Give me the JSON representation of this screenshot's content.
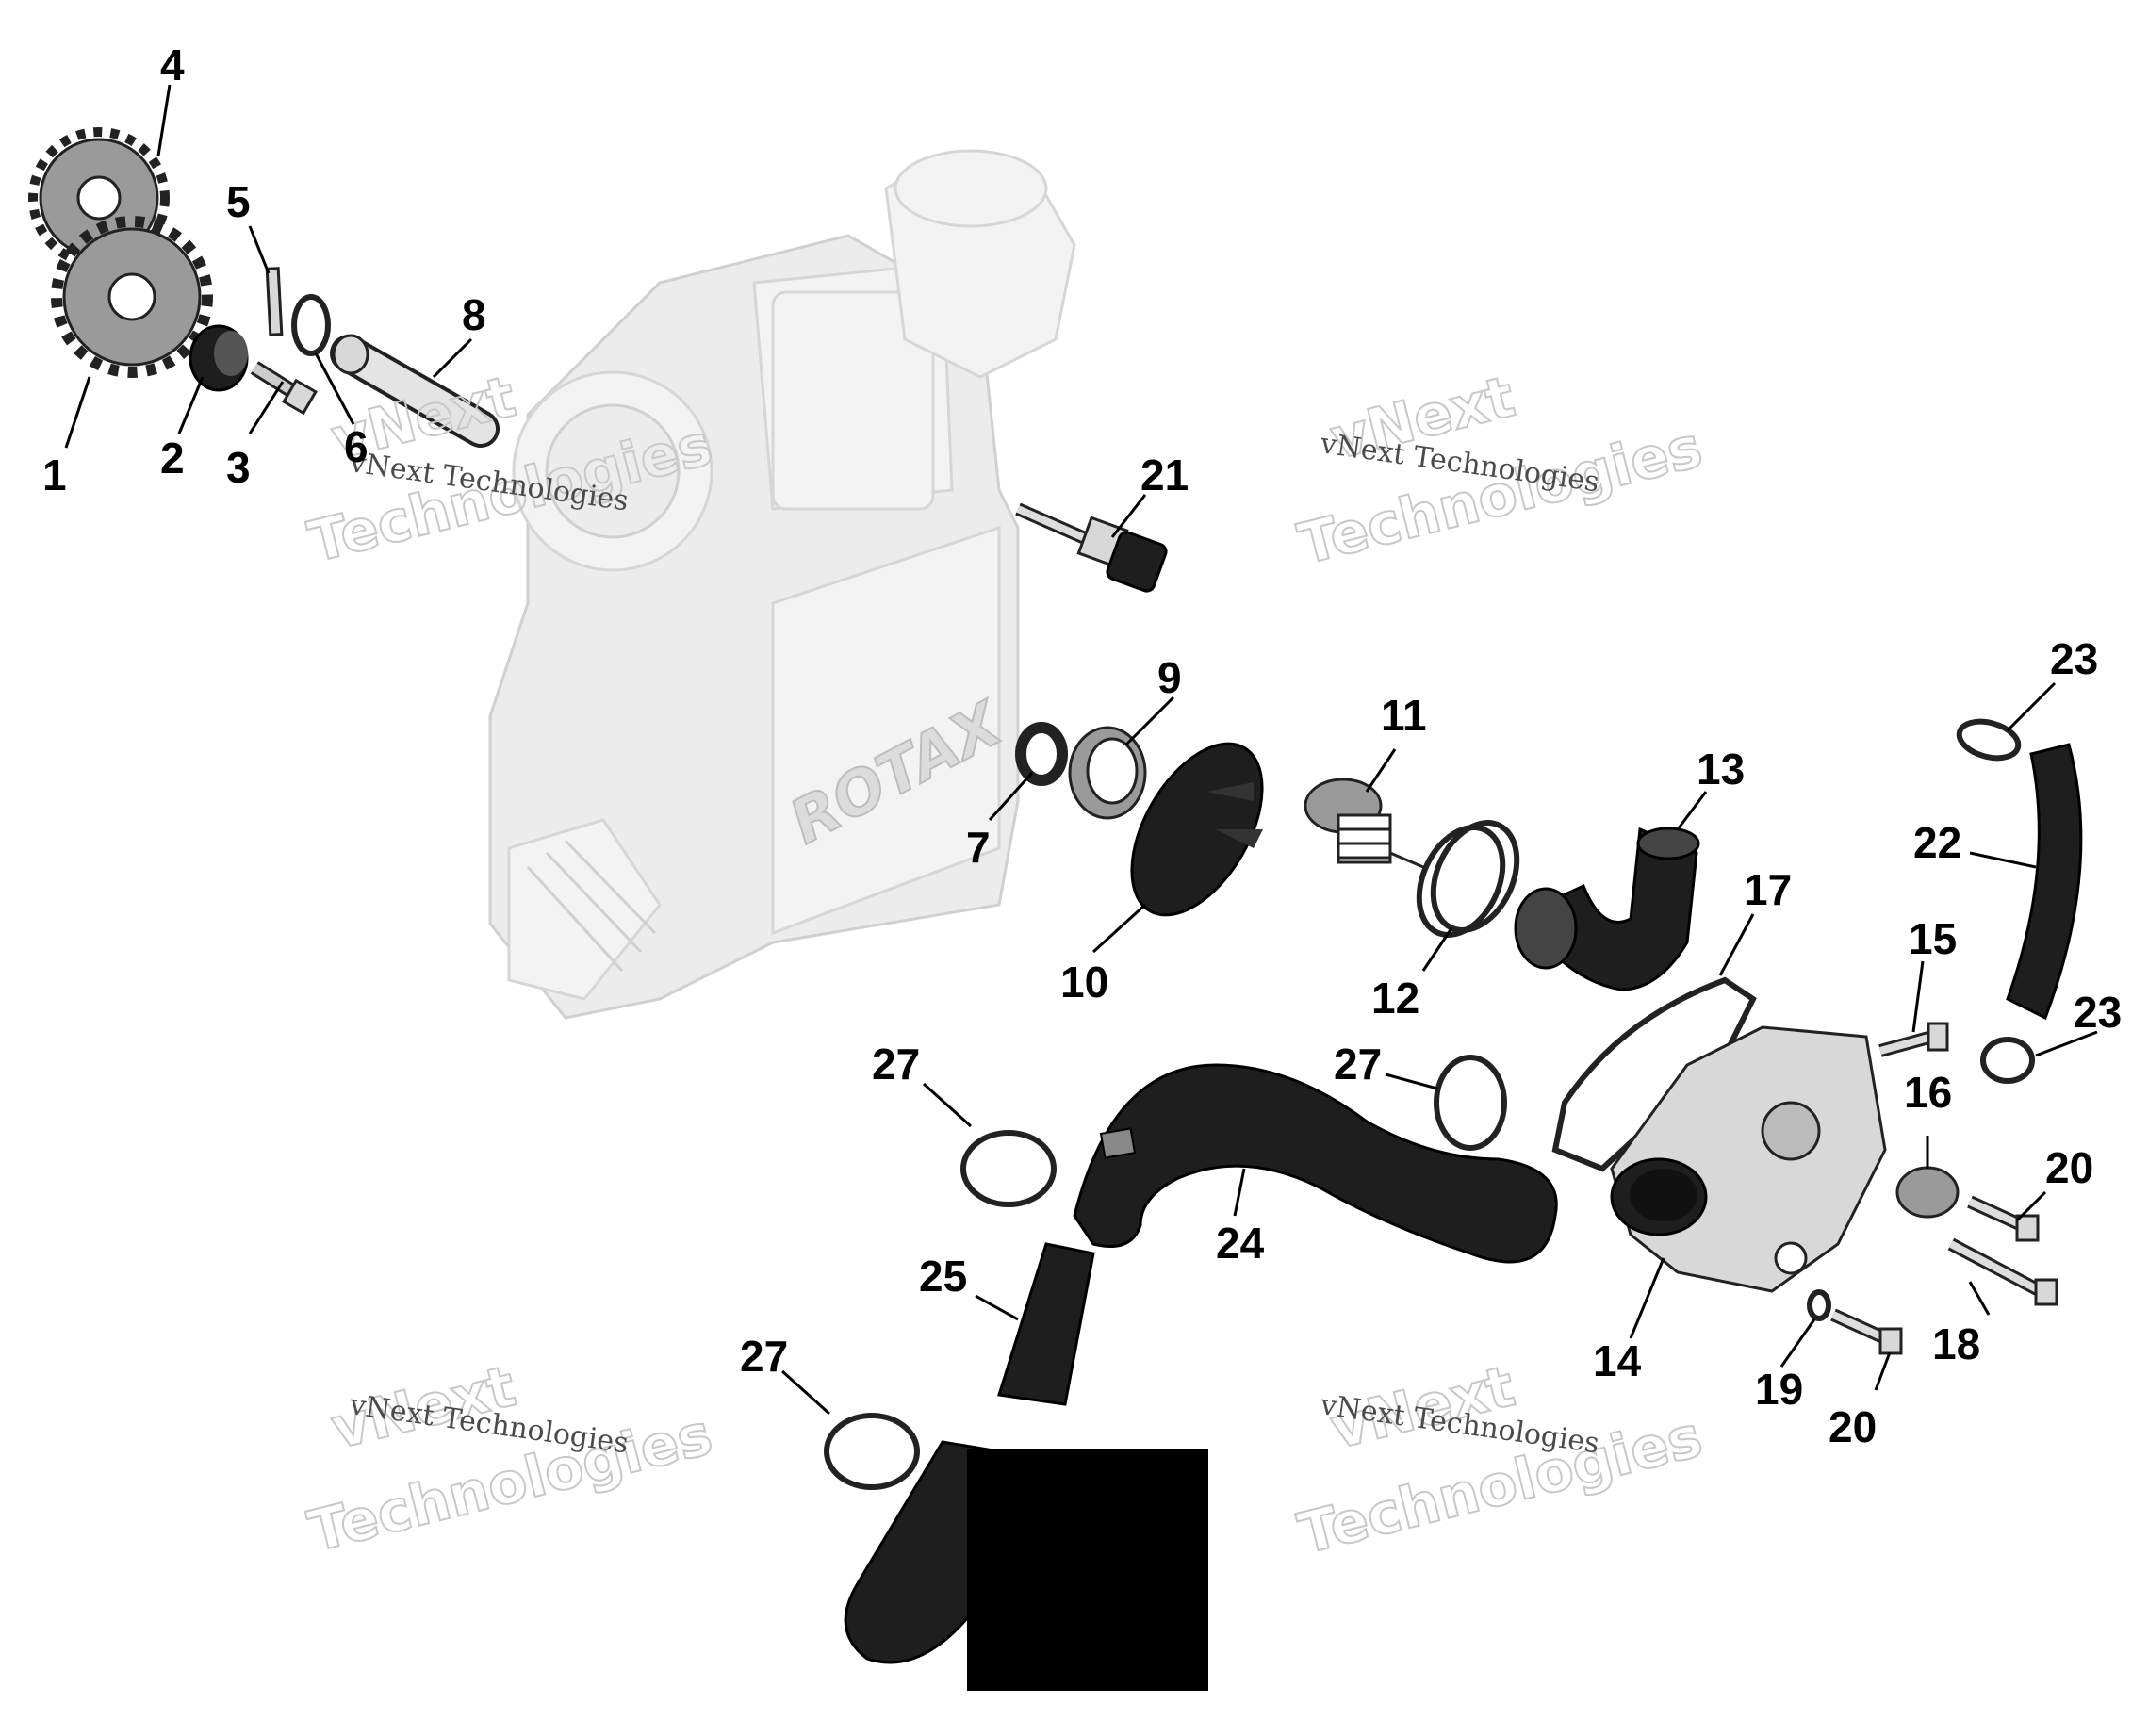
{
  "diagram": {
    "callouts": [
      {
        "id": "c1",
        "label": "1"
      },
      {
        "id": "c2",
        "label": "2"
      },
      {
        "id": "c3",
        "label": "3"
      },
      {
        "id": "c4",
        "label": "4"
      },
      {
        "id": "c5",
        "label": "5"
      },
      {
        "id": "c6",
        "label": "6"
      },
      {
        "id": "c7",
        "label": "7"
      },
      {
        "id": "c8",
        "label": "8"
      },
      {
        "id": "c9",
        "label": "9"
      },
      {
        "id": "c10",
        "label": "10"
      },
      {
        "id": "c11",
        "label": "11"
      },
      {
        "id": "c12",
        "label": "12"
      },
      {
        "id": "c13",
        "label": "13"
      },
      {
        "id": "c14",
        "label": "14"
      },
      {
        "id": "c15",
        "label": "15"
      },
      {
        "id": "c16",
        "label": "16"
      },
      {
        "id": "c17",
        "label": "17"
      },
      {
        "id": "c18",
        "label": "18"
      },
      {
        "id": "c19",
        "label": "19"
      },
      {
        "id": "c20a",
        "label": "20"
      },
      {
        "id": "c20b",
        "label": "20"
      },
      {
        "id": "c21",
        "label": "21"
      },
      {
        "id": "c22",
        "label": "22"
      },
      {
        "id": "c23a",
        "label": "23"
      },
      {
        "id": "c23b",
        "label": "23"
      },
      {
        "id": "c24",
        "label": "24"
      },
      {
        "id": "c25",
        "label": "25"
      },
      {
        "id": "c27a",
        "label": "27"
      },
      {
        "id": "c27b",
        "label": "27"
      },
      {
        "id": "c27c",
        "label": "27"
      }
    ],
    "watermarks": {
      "big_line1": "vNext",
      "big_line2": "Technologies",
      "small": "vNext Technologies"
    },
    "engine_logo": "ROTAX"
  }
}
